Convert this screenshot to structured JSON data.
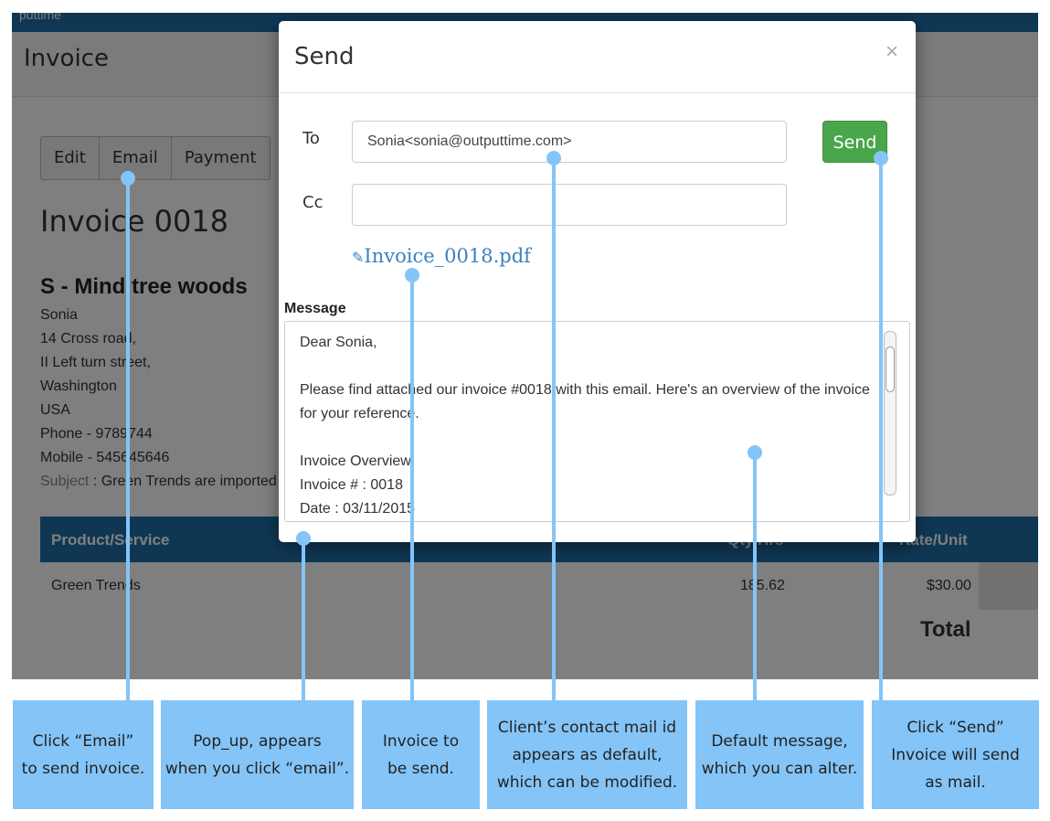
{
  "app": {
    "topbar_text": "puttime",
    "page_title": "Invoice",
    "buttons": {
      "edit": "Edit",
      "email": "Email",
      "payment": "Payment"
    },
    "invoice_title": "Invoice 0018",
    "client": {
      "company": "S - Mind tree woods",
      "name": "Sonia",
      "addr1": "14 Cross road,",
      "addr2": "II Left turn street,",
      "city": "Washington",
      "country": "USA",
      "phone": "Phone - 9789744",
      "mobile": "Mobile - 545645646",
      "subject_label": "Subject",
      "subject_value": ": Green Trends are imported"
    },
    "table": {
      "headers": [
        "Product/Service",
        "Qty/Hrs",
        "Rate/Unit"
      ],
      "rows": [
        {
          "product": "Green Trends",
          "qty": "185.62",
          "rate": "$30.00"
        }
      ],
      "total_label": "Total"
    }
  },
  "modal": {
    "title": "Send",
    "close": "×",
    "to_label": "To",
    "to_value": "Sonia<sonia@outputtime.com>",
    "cc_label": "Cc",
    "cc_value": "",
    "send_label": "Send",
    "attachment_icon": "paperclip-icon",
    "attachment_glyph": "✎",
    "attachment": "Invoice_0018.pdf",
    "message_label": "Message",
    "message": {
      "l1": "Dear Sonia,",
      "l2": "Please find attached our invoice #0018 with this email. Here's an overview of the invoice",
      "l3": "for your reference.",
      "l4": "Invoice Overview:",
      "l5": "Invoice # : 0018",
      "l6": "Date : 03/11/2015"
    }
  },
  "annotations": {
    "c1": [
      "Click “Email”",
      "to send invoice."
    ],
    "c2": [
      "Pop_up, appears",
      "when you click “email”."
    ],
    "c3": [
      "Invoice to",
      "be send."
    ],
    "c4": [
      "Client’s contact mail id",
      "appears as default,",
      "which can be modified."
    ],
    "c5": [
      "Default message,",
      "which you can alter."
    ],
    "c6": [
      "Click “Send”",
      "Invoice will send",
      "as mail."
    ]
  },
  "colors": {
    "accent": "#1f6fa8",
    "callout": "#84c4f7",
    "send": "#4aa64a",
    "link": "#3a7fc2"
  }
}
